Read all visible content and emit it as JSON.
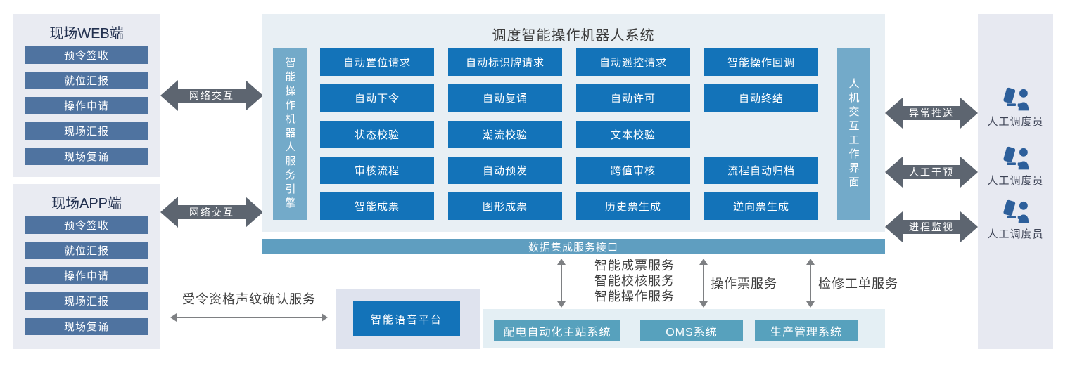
{
  "left_panels": [
    {
      "title": "现场WEB端",
      "items": [
        "预令签收",
        "就位汇报",
        "操作申请",
        "现场汇报",
        "现场复诵"
      ]
    },
    {
      "title": "现场APP端",
      "items": [
        "预令签收",
        "就位汇报",
        "操作申请",
        "现场汇报",
        "现场复诵"
      ]
    }
  ],
  "network_links": [
    {
      "label": "网络交互"
    },
    {
      "label": "网络交互"
    }
  ],
  "main_system": {
    "title": "调度智能操作机器人系统",
    "left_bar": "智能操作机器人服务引擎",
    "right_bar": "人机交互工作界面",
    "rows": [
      [
        "自动置位请求",
        "自动标识牌请求",
        "自动遥控请求",
        "智能操作回调"
      ],
      [
        "自动下令",
        "自动复诵",
        "自动许可",
        "自动终结"
      ],
      [
        "状态校验",
        "潮流校验",
        "文本校验"
      ],
      [
        "审核流程",
        "自动预发",
        "跨值审核",
        "流程自动归档"
      ],
      [
        "智能成票",
        "图形成票",
        "历史票生成",
        "逆向票生成"
      ]
    ]
  },
  "data_bus": {
    "label": "数据集成服务接口"
  },
  "voice": {
    "arrow_label": "受令资格声纹确认服务",
    "platform": "智能语音平台"
  },
  "integration": {
    "links": [
      {
        "label_lines": [
          "智能成票服务",
          "智能校核服务",
          "智能操作服务"
        ]
      },
      {
        "label_lines": [
          "操作票服务"
        ]
      },
      {
        "label_lines": [
          "检修工单服务"
        ]
      }
    ],
    "systems": [
      "配电自动化主站系统",
      "OMS系统",
      "生产管理系统"
    ]
  },
  "right_side": {
    "arrows": [
      {
        "label": "异常推送"
      },
      {
        "label": "人工干预"
      },
      {
        "label": "进程监视"
      }
    ],
    "operators": [
      {
        "label": "人工调度员"
      },
      {
        "label": "人工调度员"
      },
      {
        "label": "人工调度员"
      }
    ]
  },
  "colors": {
    "button_blue": "#1373b9",
    "bar_teal": "#73aac9",
    "bus_teal": "#5f9ec0",
    "box_teal": "#57a1bd",
    "side_item_blue": "#4f73a0",
    "dark_arrow": "#5d6570",
    "thin_arrow": "#7e8083",
    "operator_icon_blue": "#2d5f9b"
  }
}
